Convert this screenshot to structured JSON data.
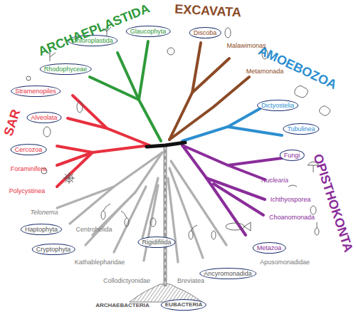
{
  "diagram": {
    "nodes": [
      {
        "text": [
          "Chloroplastida"
        ]
      },
      {
        "text": [
          "Glaucophyta"
        ]
      },
      {
        "text": [
          "Discoba"
        ]
      },
      {
        "text": [
          "Rhodophyceae"
        ]
      },
      {
        "text": [
          "Stramenopiles"
        ]
      },
      {
        "text": [
          "Dictyostelia"
        ]
      },
      {
        "text": [
          "Alveolata"
        ]
      },
      {
        "text": [
          "Tubulinea"
        ]
      },
      {
        "text": [
          "Cercozoa"
        ]
      },
      {
        "text": [
          "Fungi"
        ]
      },
      {
        "text": [
          "Haptophyta"
        ]
      },
      {
        "text": [
          "Cryptophyta"
        ]
      },
      {
        "text": [
          "Rigidifilida"
        ]
      },
      {
        "text": [
          "Metazoa"
        ]
      },
      {
        "text": [
          "Ancyromonadida"
        ]
      },
      {
        "text": [
          "EUBACTERIA"
        ]
      }
    ],
    "labels": [
      "ARCHAEPLASTIDA",
      "EXCAVATA",
      "AMOEBOZOA",
      "SAR",
      "OPISTHOKONTA",
      "Malawimonas",
      "Metamonada",
      "Foraminifera",
      "Nuclearia",
      "Polycystinea",
      "Ichthyosporea",
      "Telonema",
      "Choanomonada",
      "Centrohelida",
      "Kathablepharidae",
      "Apusomonadidae",
      "Collodictyonidae",
      "Breviatea",
      "ARCHAEBACTERIA"
    ]
  }
}
